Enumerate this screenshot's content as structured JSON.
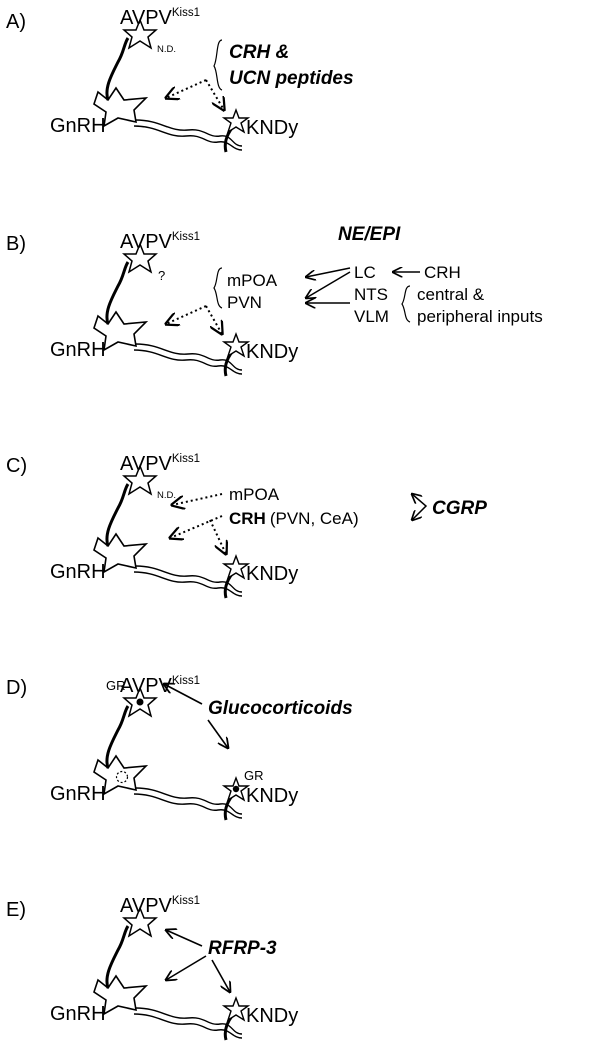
{
  "panels": [
    {
      "id": "A",
      "label": "A)",
      "avpv": "AVPV",
      "avpv_sup": "Kiss1",
      "gnrh": "GnRH",
      "kndy": "KNDy",
      "avpv_mark": "N.D.",
      "factor_lines": [
        "CRH &",
        "UCN peptides"
      ],
      "arrow_style": "dotted"
    },
    {
      "id": "B",
      "label": "B)",
      "avpv": "AVPV",
      "avpv_sup": "Kiss1",
      "gnrh": "GnRH",
      "kndy": "KNDy",
      "avpv_mark": "?",
      "title": "NE/EPI",
      "targets": [
        "mPOA",
        "PVN"
      ],
      "sources": [
        "LC",
        "NTS",
        "VLM"
      ],
      "crh": "CRH",
      "inputs": [
        "central &",
        "peripheral inputs"
      ],
      "arrow_style": "dotted"
    },
    {
      "id": "C",
      "label": "C)",
      "avpv": "AVPV",
      "avpv_sup": "Kiss1",
      "gnrh": "GnRH",
      "kndy": "KNDy",
      "avpv_mark": "N.D.",
      "line1": "mPOA",
      "crh_bold": "CRH",
      "crh_regions": "(PVN, CeA)",
      "factor": "CGRP",
      "arrow_style": "dotted"
    },
    {
      "id": "D",
      "label": "D)",
      "avpv": "AVPV",
      "avpv_sup": "Kiss1",
      "gnrh": "GnRH",
      "kndy": "KNDy",
      "receptor_avpv": "GR",
      "receptor_kndy": "GR",
      "factor": "Glucocorticoids",
      "arrow_style": "solid"
    },
    {
      "id": "E",
      "label": "E)",
      "avpv": "AVPV",
      "avpv_sup": "Kiss1",
      "gnrh": "GnRH",
      "kndy": "KNDy",
      "factor": "RFRP-3",
      "arrow_style": "solid"
    }
  ]
}
